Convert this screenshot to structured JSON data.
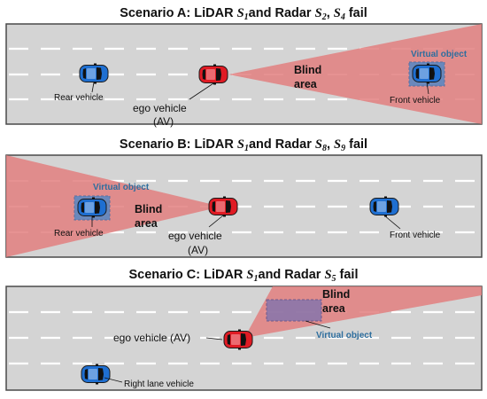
{
  "colors": {
    "road": "#d4d4d4",
    "road_border": "#4a4a4a",
    "lane_marking": "#ffffff",
    "blind_area": "#e27f7f",
    "ego_car": "#e01b24",
    "other_car": "#1f6fd1",
    "virtual_box": "#2a86d6",
    "virtual_text": "#2e6e9e",
    "virtual_dim_box": "#7a72b0"
  },
  "scenarios": [
    {
      "title_prefix": "Scenario A: LiDAR ",
      "s1": "S",
      "s1_sub": "1",
      "title_mid": "and Radar ",
      "sa": "S",
      "sa_sub": "2",
      "sep": ", ",
      "sb": "S",
      "sb_sub": "4",
      "title_suffix": " fail",
      "labels": {
        "rear_vehicle": "Rear vehicle",
        "ego_vehicle_line1": "ego vehicle",
        "ego_vehicle_line2": "(AV)",
        "blind_line1": "Blind",
        "blind_line2": "area",
        "virtual_object": "Virtual object",
        "front_vehicle": "Front vehicle"
      }
    },
    {
      "title_prefix": "Scenario B: LiDAR ",
      "s1": "S",
      "s1_sub": "1",
      "title_mid": "and Radar ",
      "sa": "S",
      "sa_sub": "8",
      "sep": ", ",
      "sb": "S",
      "sb_sub": "9",
      "title_suffix": " fail",
      "labels": {
        "virtual_object": "Virtual object",
        "rear_vehicle": "Rear vehicle",
        "blind_line1": "Blind",
        "blind_line2": "area",
        "ego_vehicle_line1": "ego vehicle",
        "ego_vehicle_line2": "(AV)",
        "front_vehicle": "Front vehicle"
      }
    },
    {
      "title_prefix": "Scenario C: LiDAR ",
      "s1": "S",
      "s1_sub": "1",
      "title_mid": "and Radar ",
      "sa": "S",
      "sa_sub": "5",
      "title_suffix": " fail",
      "labels": {
        "blind_line1": "Blind",
        "blind_line2": "area",
        "ego_vehicle": "ego vehicle (AV)",
        "virtual_object": "Virtual object",
        "right_lane_vehicle": "Right lane vehicle"
      }
    }
  ]
}
